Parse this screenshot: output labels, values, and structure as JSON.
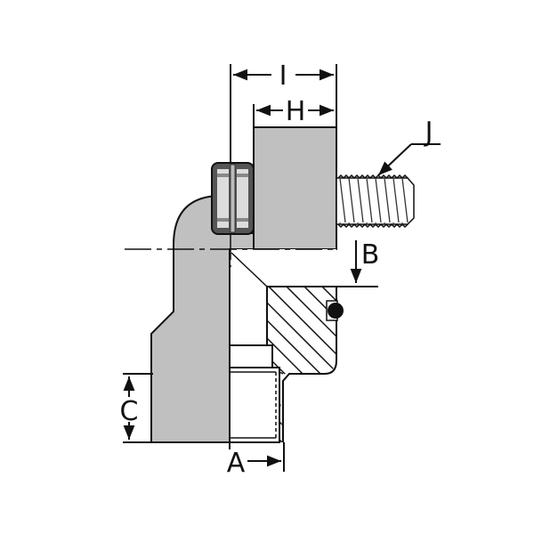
{
  "diagram": {
    "type": "elbow fitting cross-section dimension drawing",
    "colors": {
      "body_fill": "#c0c0c0",
      "line": "#111111",
      "background": "#ffffff"
    },
    "dimensions": {
      "I": {
        "label": "I"
      },
      "H": {
        "label": "H"
      },
      "J": {
        "label": "J"
      },
      "B": {
        "label": "B"
      },
      "C": {
        "label": "C"
      },
      "A": {
        "label": "A"
      }
    }
  }
}
